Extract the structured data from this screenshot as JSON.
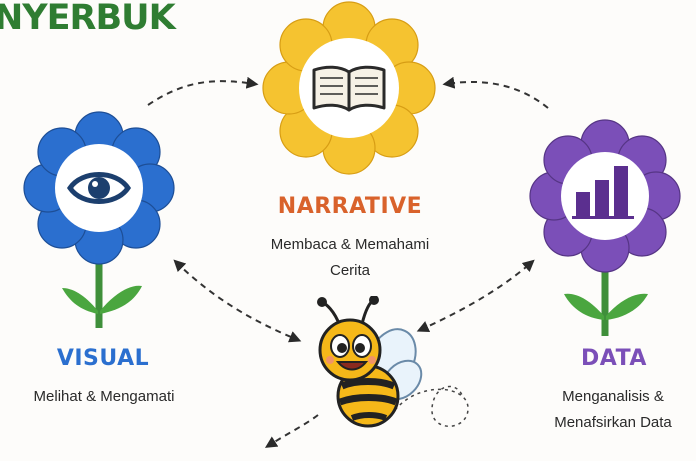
{
  "heading": "NYERBUK",
  "colors": {
    "heading": "#2f7d32",
    "visual": "#2b6fcf",
    "narrative": "#f5c330",
    "narrative_label": "#d9622b",
    "data": "#7b4fb8",
    "stem": "#3f8f3a",
    "arrow": "#3a3a3a"
  },
  "nodes": [
    {
      "id": "visual",
      "title": "VISUAL",
      "desc": [
        "Melihat & Mengamati"
      ],
      "icon": "eye-icon"
    },
    {
      "id": "narrative",
      "title": "NARRATIVE",
      "desc": [
        "Membaca & Memahami",
        "Cerita"
      ],
      "icon": "book-icon"
    },
    {
      "id": "data",
      "title": "DATA",
      "desc": [
        "Menganalisis &",
        "Menafsirkan Data"
      ],
      "icon": "bar-chart-icon"
    }
  ],
  "mascot": "bee-icon"
}
